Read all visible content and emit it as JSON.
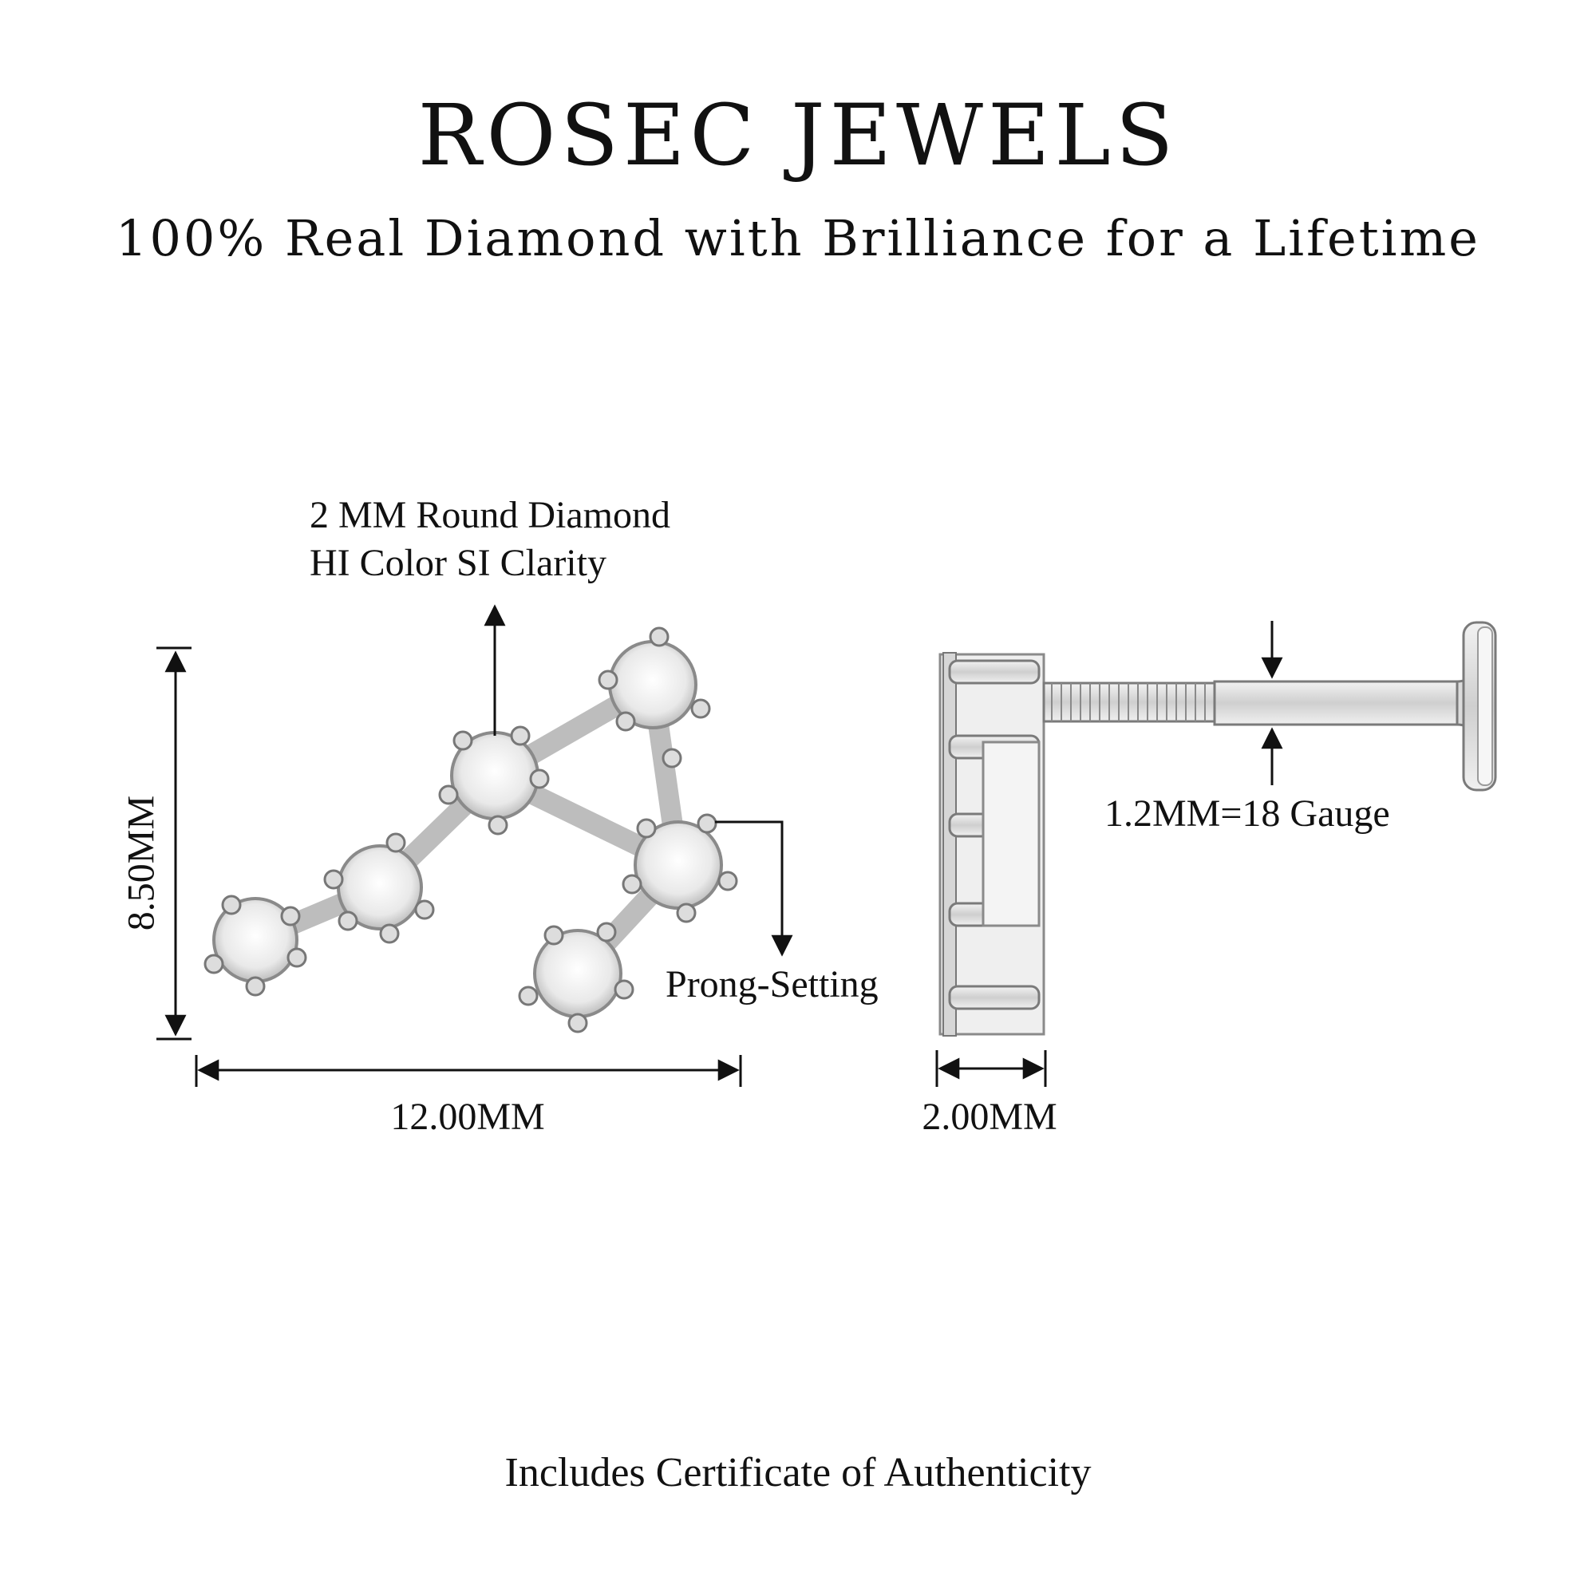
{
  "header": {
    "brand": "ROSEC JEWELS",
    "tagline": "100% Real Diamond with Brilliance for a Lifetime"
  },
  "annotations": {
    "stone_line1": "2 MM Round Diamond",
    "stone_line2": "HI Color SI Clarity",
    "height": "8.50MM",
    "width": "12.00MM",
    "setting": "Prong-Setting",
    "depth": "2.00MM",
    "gauge": "1.2MM=18 Gauge"
  },
  "footer": {
    "note": "Includes Certificate of Authenticity"
  },
  "colors": {
    "metal": "#d9d9d9",
    "metal_edge": "#8a8a8a",
    "text": "#111111"
  }
}
